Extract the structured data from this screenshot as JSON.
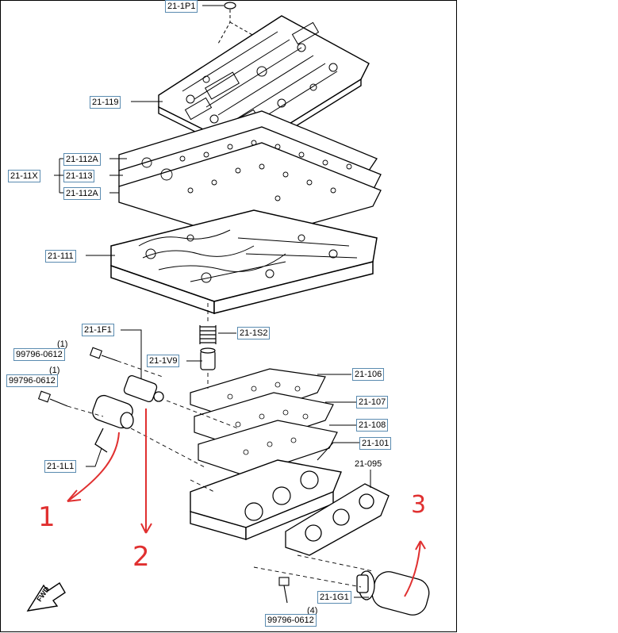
{
  "labels": {
    "p_21_1P1": "21-1P1",
    "p_21_119": "21-119",
    "p_21_112A_top": "21-112A",
    "p_21_11X": "21-11X",
    "p_21_113": "21-113",
    "p_21_112A_bottom": "21-112A",
    "p_21_111": "21-111",
    "p_21_1F1": "21-1F1",
    "p_21_1S2": "21-1S2",
    "p_21_1V9": "21-1V9",
    "p_99796_a": "99796-0612",
    "p_99796_b": "99796-0612",
    "p_21_106": "21-106",
    "p_21_107": "21-107",
    "p_21_108": "21-108",
    "p_21_101": "21-101",
    "p_21_095": "21-095",
    "p_21_1L1": "21-1L1",
    "p_21_1G1": "21-1G1",
    "p_99796_c": "99796-0612"
  },
  "quantities": {
    "q_a": "(1)",
    "q_b": "(1)",
    "q_c": "(4)"
  },
  "annotations": {
    "one": "1",
    "two": "2",
    "three": "3"
  },
  "fwd": "FWD",
  "colors": {
    "annotation": "#e03030",
    "callout_border": "#5a8bb0",
    "line": "#000000"
  }
}
